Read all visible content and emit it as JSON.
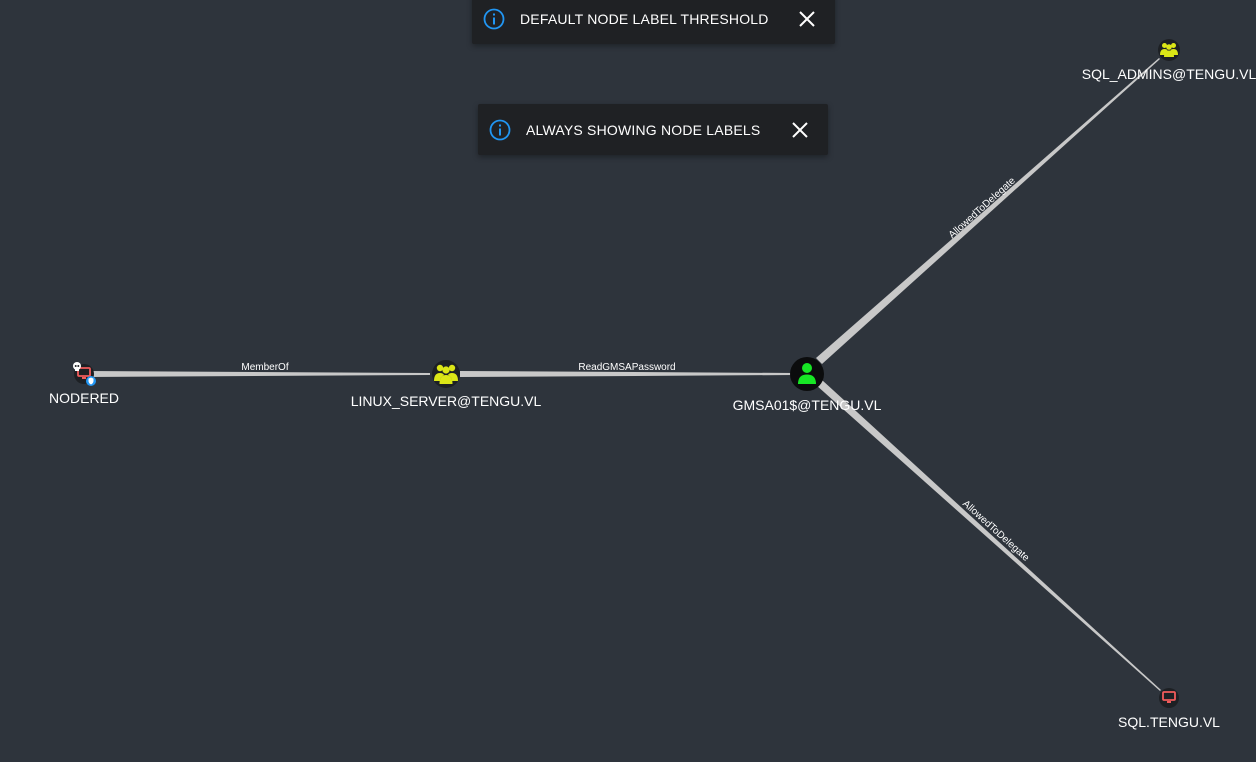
{
  "toasts": [
    {
      "message": "DEFAULT NODE LABEL THRESHOLD",
      "icon": "info-icon",
      "close_icon": "close-icon"
    },
    {
      "message": "ALWAYS SHOWING NODE LABELS",
      "icon": "info-icon",
      "close_icon": "close-icon"
    }
  ],
  "nodes": {
    "nodered": {
      "label": "NODERED",
      "type": "computer",
      "color": "#f15b5b"
    },
    "linux_server": {
      "label": "LINUX_SERVER@TENGU.VL",
      "type": "group",
      "color": "#dbe617"
    },
    "gmsa01": {
      "label": "GMSA01$@TENGU.VL",
      "type": "user",
      "color": "#17e625"
    },
    "sql_admins": {
      "label": "SQL_ADMINS@TENGU.VL",
      "type": "group",
      "color": "#dbe617"
    },
    "sql_tengu": {
      "label": "SQL.TENGU.VL",
      "type": "computer",
      "color": "#f15b5b"
    }
  },
  "edges": {
    "memberof": "MemberOf",
    "readgmsa": "ReadGMSAPassword",
    "delegate_admins": "AllowedToDelegate",
    "delegate_sql": "AllowedToDelegate"
  },
  "colors": {
    "background": "#2e343c",
    "edge": "#c8c8c8",
    "toast_bg": "#1f2124",
    "info_blue": "#2196f3"
  }
}
